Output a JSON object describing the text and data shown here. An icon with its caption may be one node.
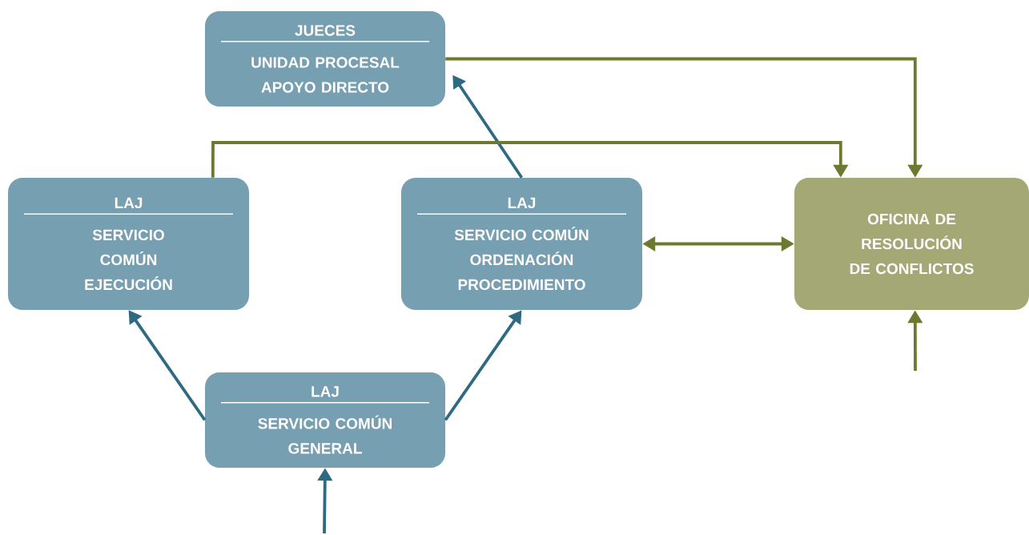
{
  "diagram": {
    "nodes": [
      {
        "text": [
          "JUECES",
          "UNIDAD PROCESAL APOYO DIRECTO"
        ]
      },
      {
        "text": [
          "LAJ",
          "SERVICIO COMÚN EJECUCIÓN"
        ]
      },
      {
        "text": [
          "LAJ",
          "SERVICIO COMÚN ORDENACIÓN PROCEDIMIENTO"
        ]
      },
      {
        "text": [
          "OFICINA DE RESOLUCIÓN DE CONFLICTOS"
        ]
      },
      {
        "text": [
          "LAJ",
          "SERVICIO COMÚN GENERAL"
        ]
      }
    ],
    "edges": [
      {
        "from": 4,
        "to": 1,
        "arrow": "to",
        "color": "#2e6a80"
      },
      {
        "from": 4,
        "to": 2,
        "arrow": "to",
        "color": "#2e6a80"
      },
      {
        "from": 2,
        "to": 0,
        "arrow": "to",
        "color": "#2e6a80"
      },
      {
        "from": null,
        "to": 4,
        "arrow": "to",
        "color": "#2e6a80"
      },
      {
        "from": 0,
        "to": 3,
        "arrow": "to",
        "color": "#6b7a2e"
      },
      {
        "from": 1,
        "to": 3,
        "arrow": "to",
        "color": "#6b7a2e"
      },
      {
        "from": 2,
        "to": 3,
        "arrow": "both",
        "color": "#6b7a2e"
      },
      {
        "from": null,
        "to": 3,
        "arrow": "to",
        "color": "#6b7a2e"
      }
    ]
  }
}
